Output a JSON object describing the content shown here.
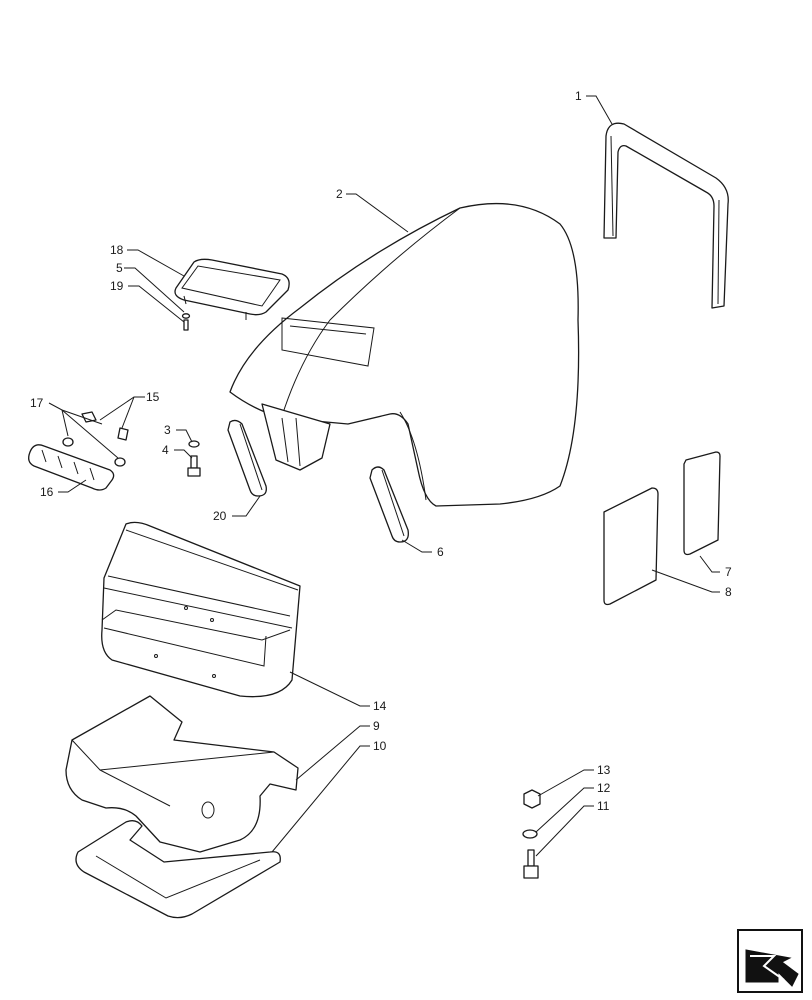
{
  "callouts": [
    "1",
    "2",
    "3",
    "4",
    "5",
    "6",
    "7",
    "8",
    "9",
    "10",
    "11",
    "12",
    "13",
    "14",
    "15",
    "16",
    "17",
    "18",
    "19",
    "20"
  ],
  "colors": {
    "line": "#1a1a1a",
    "background": "#ffffff",
    "nav_fill": "#111111"
  },
  "nav": {
    "icon": "next-page-arrow-icon"
  }
}
